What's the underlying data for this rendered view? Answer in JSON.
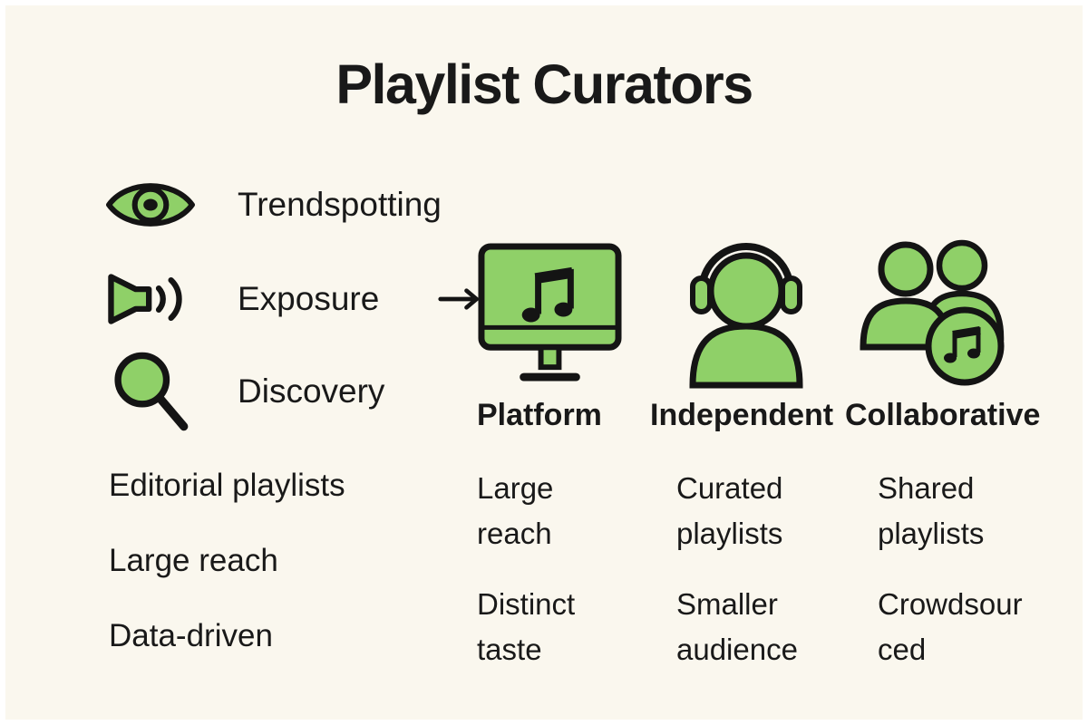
{
  "title": "Playlist Curators",
  "colors": {
    "background": "#FAF7EE",
    "green": "#8FD068",
    "outline": "#141414",
    "text": "#191919"
  },
  "features": [
    {
      "icon": "eye-icon",
      "label": "Trendspotting"
    },
    {
      "icon": "speaker-icon",
      "label": "Exposure"
    },
    {
      "icon": "magnifier-icon",
      "label": "Discovery"
    }
  ],
  "left_points": [
    "Editorial playlists",
    "Large reach",
    "Data-driven"
  ],
  "columns": [
    {
      "icon": "monitor-music-icon",
      "label": "Platform",
      "points": [
        "Large reach",
        "Distinct taste"
      ]
    },
    {
      "icon": "headphones-listener-icon",
      "label": "Independent",
      "points": [
        "Curated playlists",
        "Smaller audience"
      ]
    },
    {
      "icon": "group-music-icon",
      "label": "Collaborative",
      "points": [
        "Shared playlists",
        "Crowdsourced"
      ]
    }
  ]
}
